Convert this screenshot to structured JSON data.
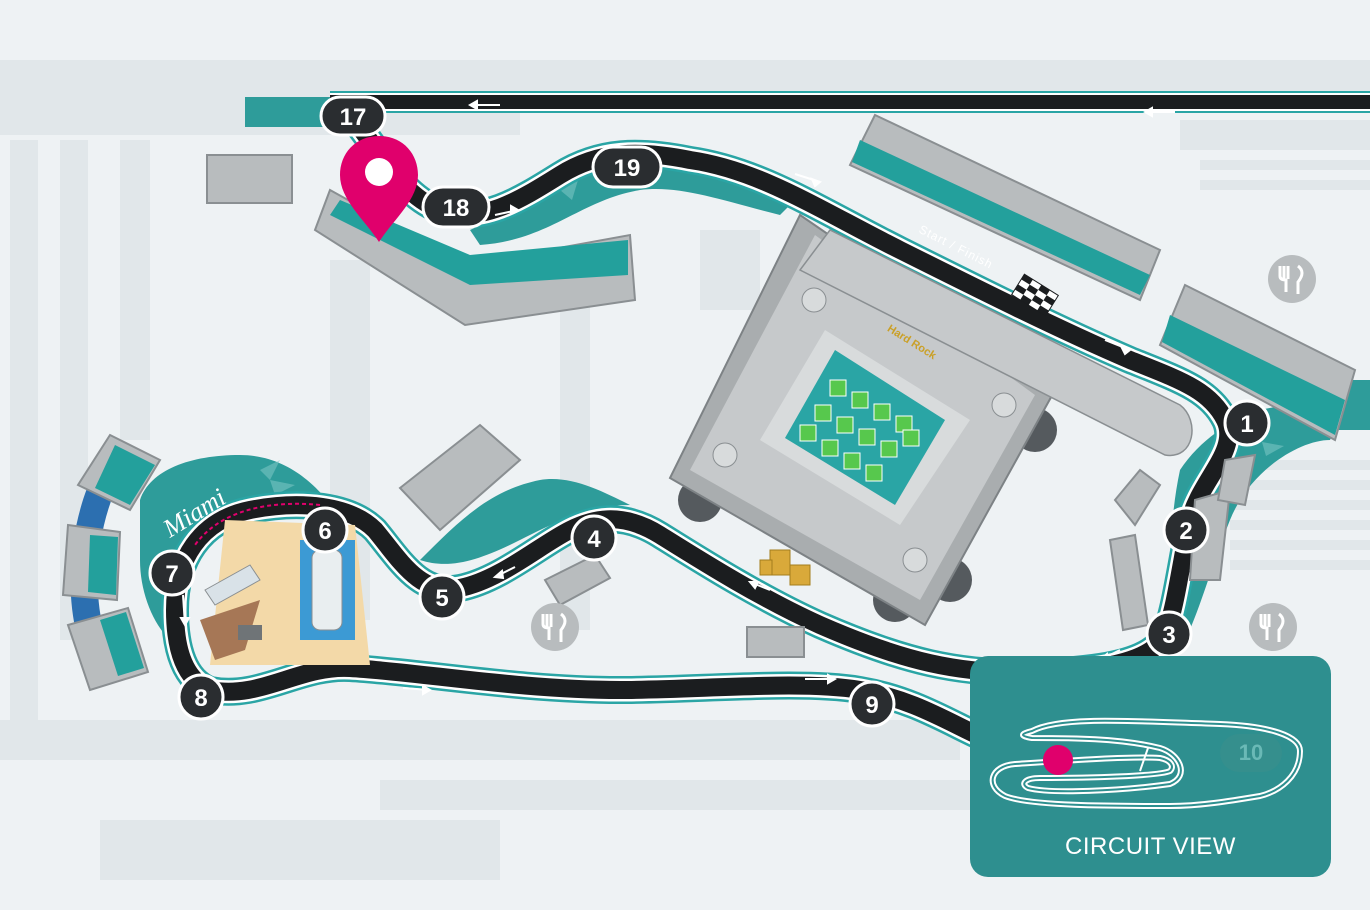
{
  "map": {
    "start_finish_label": "Start / Finish",
    "venue_label": "Miami",
    "stadium_logo_label": "Hard Rock",
    "turns": [
      "1",
      "2",
      "3",
      "4",
      "5",
      "6",
      "7",
      "8",
      "9",
      "10",
      "17",
      "18",
      "19"
    ]
  },
  "circuit_view": {
    "label": "CIRCUIT VIEW"
  },
  "colors": {
    "background": "#eef2f4",
    "road": "#e1e7ea",
    "track": "#1b1d1f",
    "track_edge": "#2aa5a5",
    "grass": "#2e9c9a",
    "stand": "#b8bcbe",
    "stand_seat": "#23a09c",
    "marker": "#e0006c",
    "circuit_view_panel": "#2e8f8f"
  },
  "icons": [
    "location-pin-icon",
    "restaurant-icon",
    "podium-icon",
    "checkered-flag-icon",
    "palm-tree-icon",
    "yacht-icon"
  ]
}
